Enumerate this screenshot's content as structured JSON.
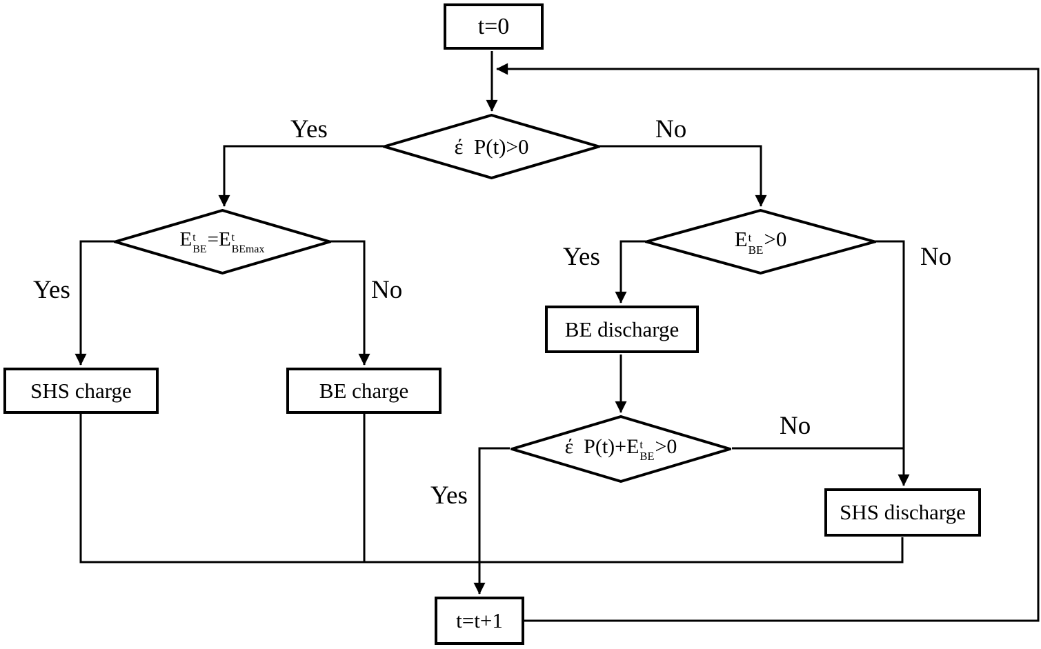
{
  "diagram": {
    "type": "flowchart",
    "description": "Energy management control loop for battery (BE) and secondary hydrogen/storage system (SHS) charge-discharge decisions",
    "colors": {
      "line": "#000000",
      "node_fill": "#ffffff",
      "background": "#ffffff"
    }
  },
  "nodes": {
    "start": {
      "label": "t=0",
      "shape": "rectangle"
    },
    "d1": {
      "shape": "diamond",
      "parts": [
        {
          "t": "έ  P(t)>0"
        }
      ]
    },
    "d2": {
      "shape": "diamond",
      "parts": [
        {
          "t": "E"
        },
        {
          "sup": "t",
          "sub": "BE"
        },
        {
          "t": "=E"
        },
        {
          "sup": "t",
          "sub": "BEmax"
        }
      ]
    },
    "d3": {
      "shape": "diamond",
      "parts": [
        {
          "t": "E"
        },
        {
          "sup": "t",
          "sub": "BE"
        },
        {
          "t": ">0"
        }
      ]
    },
    "d4": {
      "shape": "diamond",
      "parts": [
        {
          "t": "έ  P(t)+E"
        },
        {
          "sup": "t",
          "sub": "BE"
        },
        {
          "t": ">0"
        }
      ]
    },
    "shs_charge": {
      "label": "SHS charge",
      "shape": "rectangle"
    },
    "be_charge": {
      "label": "BE charge",
      "shape": "rectangle"
    },
    "be_discharge": {
      "label": "BE discharge",
      "shape": "rectangle"
    },
    "shs_discharge": {
      "label": "SHS discharge",
      "shape": "rectangle"
    },
    "t_inc": {
      "label": "t=t+1",
      "shape": "rectangle"
    }
  },
  "edge_labels": {
    "d1_yes": "Yes",
    "d1_no": "No",
    "d2_yes": "Yes",
    "d2_no": "No",
    "d3_yes": "Yes",
    "d3_no": "No",
    "d4_yes": "Yes",
    "d4_no": "No"
  },
  "edges": [
    {
      "from": "start",
      "to": "d1",
      "label": ""
    },
    {
      "from": "d1",
      "to": "d2",
      "label": "Yes"
    },
    {
      "from": "d1",
      "to": "d3",
      "label": "No"
    },
    {
      "from": "d2",
      "to": "shs_charge",
      "label": "Yes"
    },
    {
      "from": "d2",
      "to": "be_charge",
      "label": "No"
    },
    {
      "from": "d3",
      "to": "be_discharge",
      "label": "Yes"
    },
    {
      "from": "d3",
      "to": "shs_discharge",
      "label": "No"
    },
    {
      "from": "be_discharge",
      "to": "d4",
      "label": ""
    },
    {
      "from": "d4",
      "to": "t_inc",
      "label": "Yes"
    },
    {
      "from": "d4",
      "to": "shs_discharge",
      "label": "No"
    },
    {
      "from": "shs_charge",
      "to": "t_inc",
      "label": ""
    },
    {
      "from": "be_charge",
      "to": "t_inc",
      "label": ""
    },
    {
      "from": "shs_discharge",
      "to": "t_inc",
      "label": ""
    },
    {
      "from": "t_inc",
      "to": "d1",
      "label": ""
    }
  ]
}
